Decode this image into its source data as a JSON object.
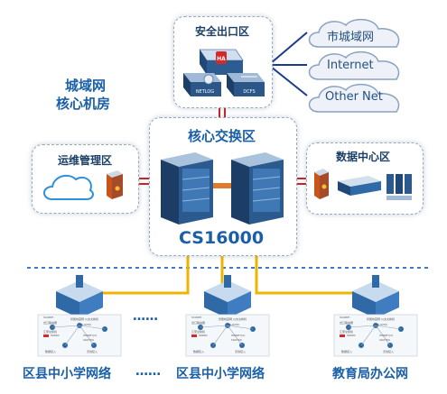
{
  "exit_zone": {
    "title": "安全出口区",
    "devices": [
      "NETLOG",
      "DCFS"
    ]
  },
  "clouds": [
    {
      "label": "市城域网"
    },
    {
      "label": "Internet"
    },
    {
      "label": "Other Net"
    }
  ],
  "metro_label": {
    "line1": "城域网",
    "line2": "核心机房"
  },
  "ops_zone": {
    "title": "运维管理区"
  },
  "core_zone": {
    "title": "核心交换区",
    "model": "CS16000"
  },
  "dc_zone": {
    "title": "数据中心区"
  },
  "branches": [
    {
      "label": "区县中小学网络"
    },
    {
      "label": "区县中小学网络"
    },
    {
      "label": "教育局办公网"
    }
  ],
  "branch_labels": [
    "SCORE!",
    "智能校园网 以太交换机",
    "出口路由器",
    "汇聚交换机",
    "数据接入",
    "无线接入",
    "CS-6200",
    "S6800",
    "WOREY(2)",
    "SG6700"
  ],
  "ellipsis": "……",
  "colors": {
    "link_yellow": "#f0b400",
    "title_blue": "#1a5fa8",
    "red_link": "#cc2222"
  }
}
